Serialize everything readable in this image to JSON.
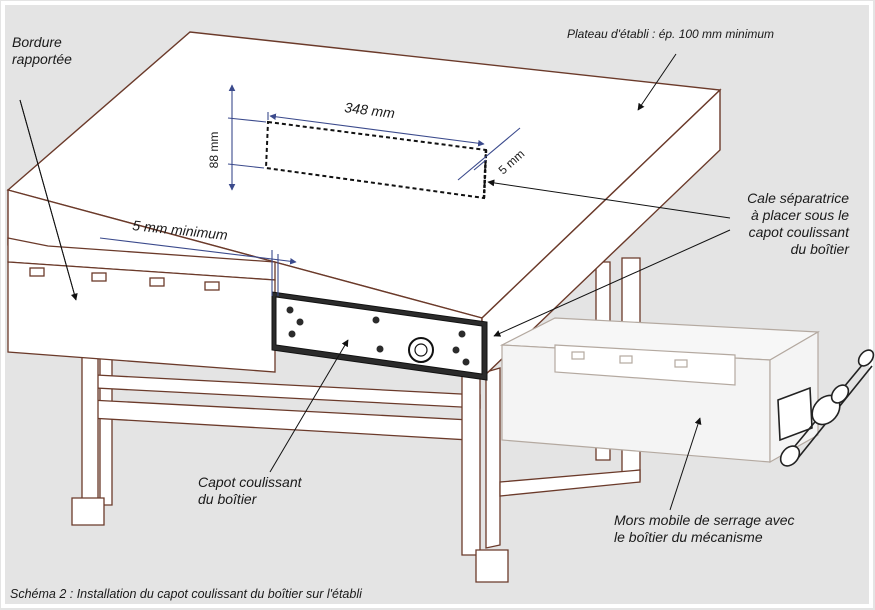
{
  "colors": {
    "background": "#e4e4e4",
    "line": "#6b3a2a",
    "dimension": "#3b4a8c",
    "plate": "#2b2b2b",
    "frame": "#ffffff"
  },
  "labels": {
    "bordure": [
      "Bordure",
      "rapportée"
    ],
    "plateau": "Plateau d'établi : ép. 100 mm minimum",
    "cale": [
      "Cale séparatrice",
      "à placer sous le",
      "capot coulissant",
      "du boîtier"
    ],
    "capot": [
      "Capot coulissant",
      "du boîtier"
    ],
    "mors": [
      "Mors mobile de serrage avec",
      "le boîtier du mécanisme"
    ]
  },
  "dimensions": {
    "length": "348 mm",
    "height": "88 mm",
    "thickness": "5 mm",
    "gap": "5 mm minimum"
  },
  "caption": "Schéma 2 : Installation du capot coulissant du boîtier sur l'établi"
}
